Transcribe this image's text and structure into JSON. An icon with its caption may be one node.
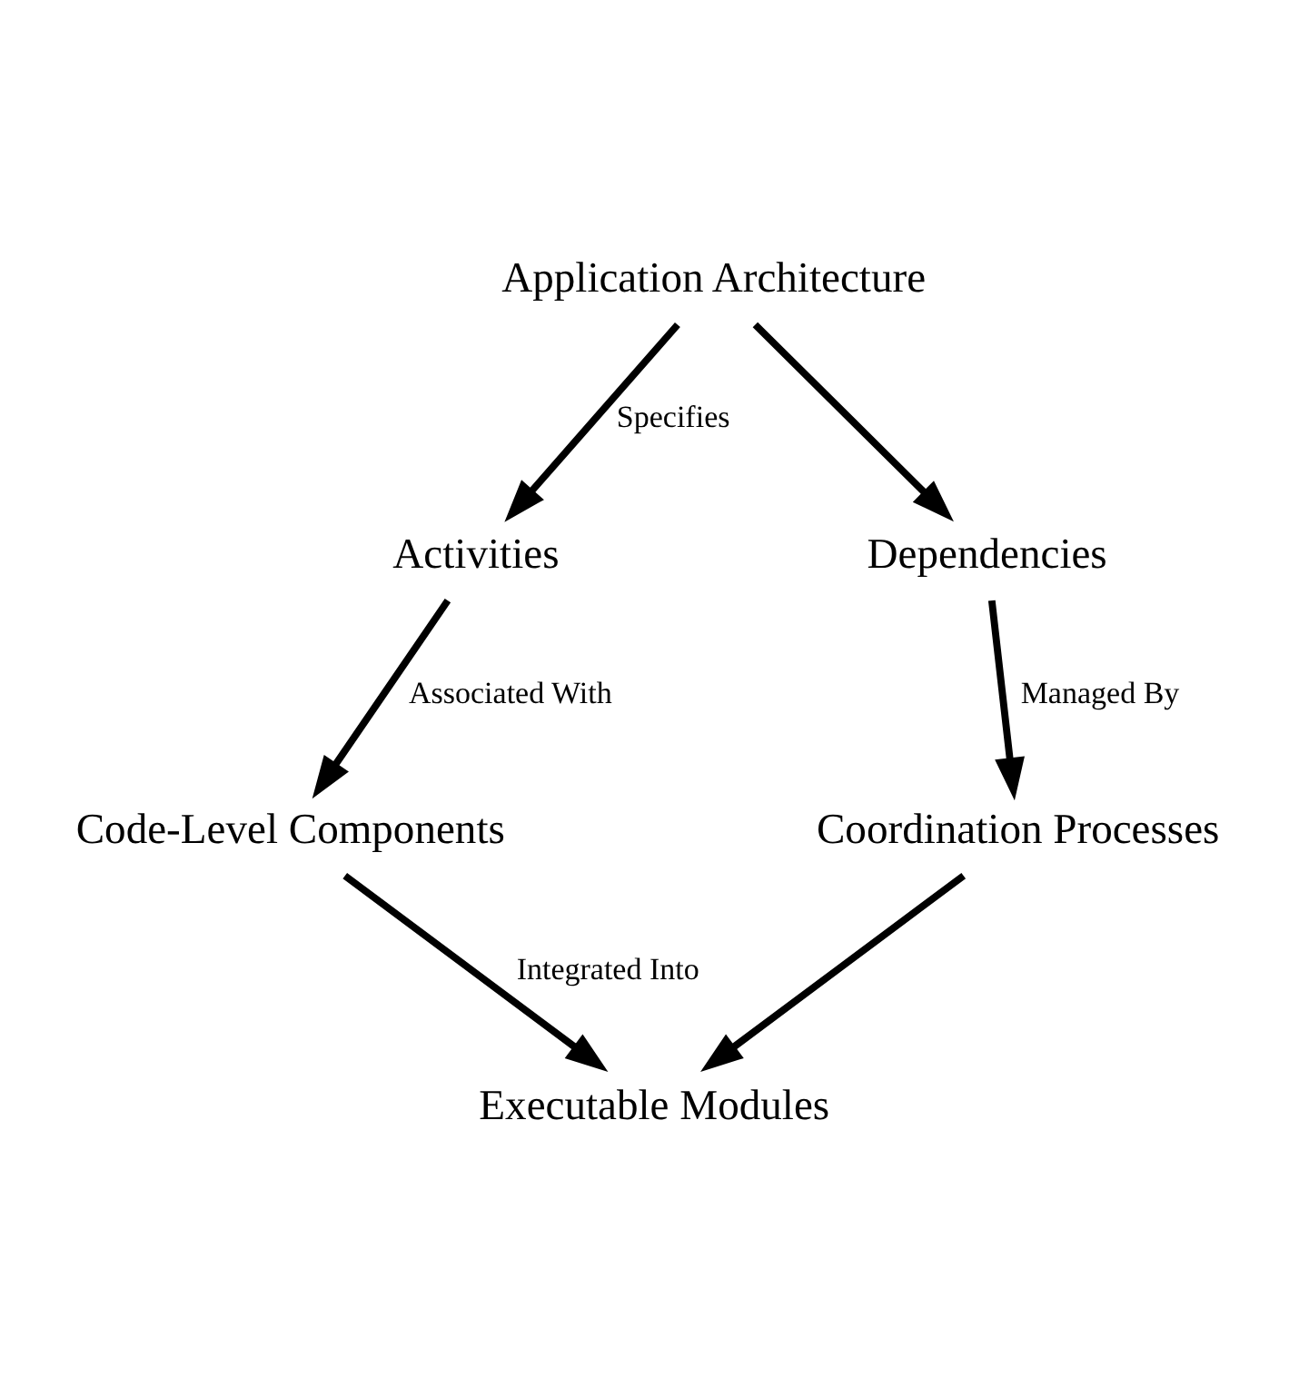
{
  "diagram": {
    "nodes": [
      {
        "text": [
          "Application Architecture"
        ]
      },
      {
        "text": [
          "Activities"
        ]
      },
      {
        "text": [
          "Dependencies"
        ]
      },
      {
        "text": [
          "Code-Level Components"
        ]
      },
      {
        "text": [
          "Coordination Processes"
        ]
      },
      {
        "text": [
          "Executable Modules"
        ]
      }
    ],
    "edges": [
      {
        "from": 0,
        "to": 1,
        "arrow": "to",
        "label": "Specifies"
      },
      {
        "from": 0,
        "to": 2,
        "arrow": "to"
      },
      {
        "from": 1,
        "to": 3,
        "arrow": "to",
        "label": "Associated With"
      },
      {
        "from": 2,
        "to": 4,
        "arrow": "to",
        "label": "Managed By"
      },
      {
        "from": 3,
        "to": 5,
        "arrow": "to",
        "label": "Integrated Into"
      },
      {
        "from": 4,
        "to": 5,
        "arrow": "to"
      }
    ]
  }
}
